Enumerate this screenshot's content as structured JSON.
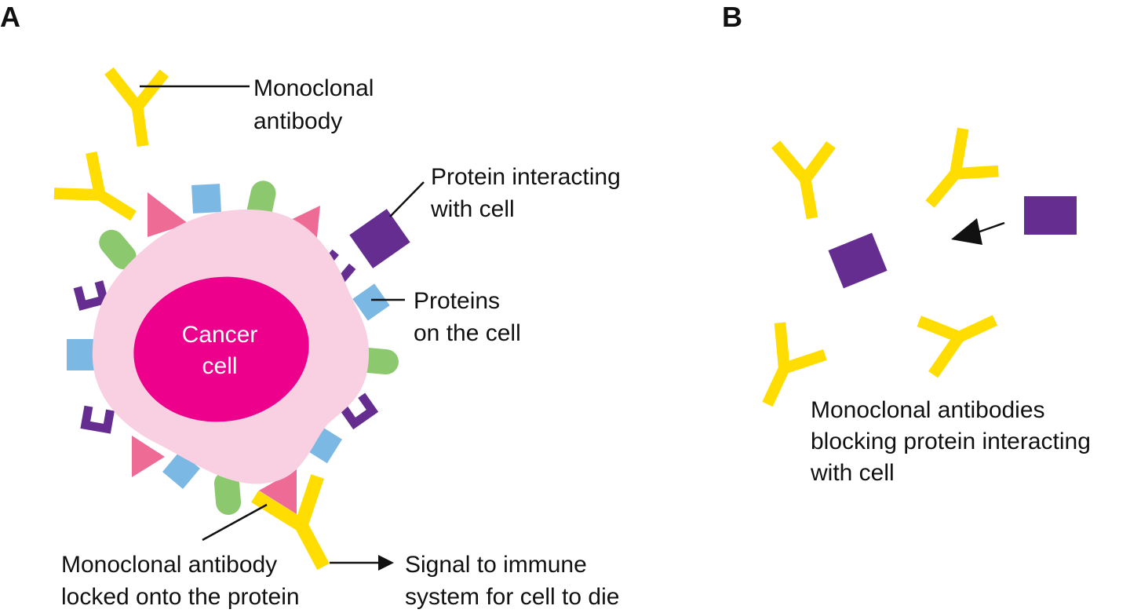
{
  "panels": {
    "a": "A",
    "b": "B"
  },
  "labels": {
    "monoclonal_antibody": [
      "Monoclonal",
      "antibody"
    ],
    "protein_interacting": [
      "Protein interacting",
      "with cell"
    ],
    "proteins_on_cell": [
      "Proteins",
      "on the cell"
    ],
    "cancer_cell": [
      "Cancer",
      "cell"
    ],
    "locked_antibody": [
      "Monoclonal antibody",
      "locked onto the protein"
    ],
    "signal_immune": [
      "Signal to immune",
      "system for cell to die"
    ],
    "blocking": [
      "Monoclonal antibodies",
      "blocking protein interacting",
      "with cell"
    ]
  },
  "colors": {
    "antibody": "#FFDD00",
    "purple_protein": "#662D91",
    "blue_protein": "#7BB8E3",
    "green_protein": "#8CC96E",
    "pink_protein": "#EE6B95",
    "cell_membrane": "#F9D0E2",
    "nucleus": "#EC008C",
    "line": "#111111"
  }
}
